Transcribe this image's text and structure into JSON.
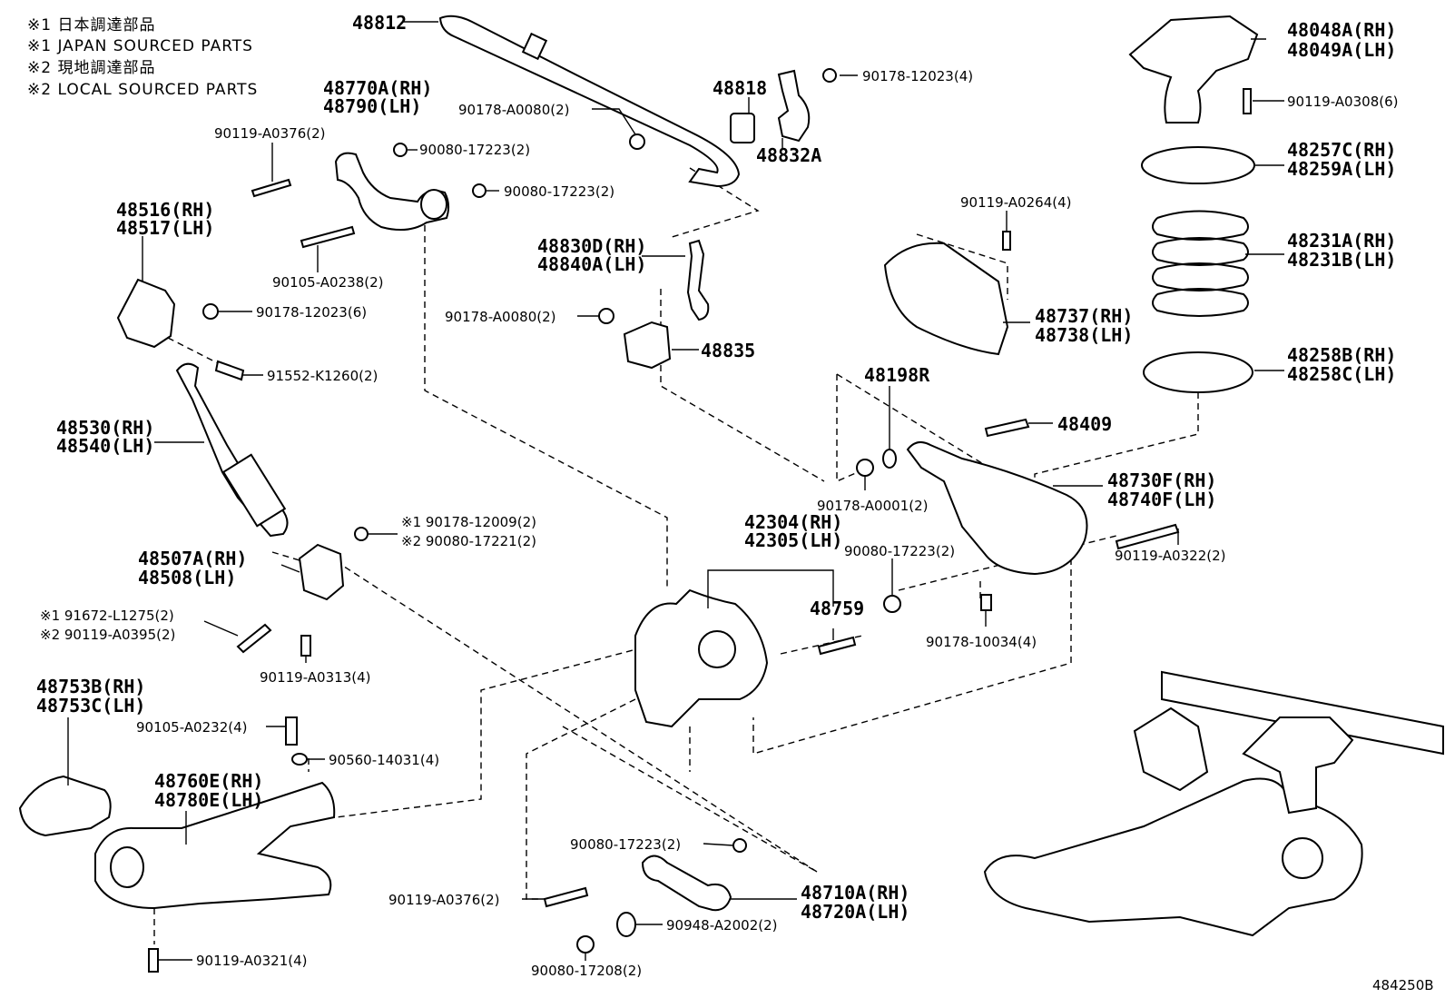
{
  "notes": [
    "※1 日本調達部品",
    "※1 JAPAN SOURCED PARTS",
    "※2 現地調達部品",
    "※2 LOCAL SOURCED PARTS"
  ],
  "labels": {
    "stab_bar": "48812",
    "bushing": "48818",
    "bracket": "48832A",
    "nut_top": "90178-12023(4)",
    "nut_bar": "90178-A0080(2)",
    "upper_arm_rh": "48770A(RH)",
    "upper_arm_lh": "48790(LH)",
    "bolt_upper": "90119-A0376(2)",
    "nut_upper1": "90080-17223(2)",
    "nut_upper2": "90080-17223(2)",
    "bracket_rh": "48516(RH)",
    "bracket_lh": "48517(LH)",
    "bolt_bracket": "90105-A0238(2)",
    "nut_bracket": "90178-12023(6)",
    "bolt_shock": "91552-K1260(2)",
    "shock_rh": "48530(RH)",
    "shock_lh": "48540(LH)",
    "link_rh": "48830D(RH)",
    "link_lh": "48840A(LH)",
    "nut_link": "90178-A0080(2)",
    "link_bracket": "48835",
    "support_rh": "48048A(RH)",
    "support_lh": "48049A(LH)",
    "bolt_support": "90119-A0308(6)",
    "insulator_top_rh": "48257C(RH)",
    "insulator_top_lh": "48259A(LH)",
    "spring_rh": "48231A(RH)",
    "spring_lh": "48231B(LH)",
    "insulator_bot_rh": "48258B(RH)",
    "insulator_bot_lh": "48258C(LH)",
    "bolt_cover": "90119-A0264(4)",
    "cover_rh": "48737(RH)",
    "cover_lh": "48738(LH)",
    "cam": "48198R",
    "cam_bolt": "48409",
    "nut_cam": "90178-A0001(2)",
    "lower_arm_rh": "48730F(RH)",
    "lower_arm_lh": "48740F(LH)",
    "nut_lower": "90080-17223(2)",
    "bolt_lower": "90119-A0322(2)",
    "knuckle_rh": "42304(RH)",
    "knuckle_lh": "42305(LH)",
    "bolt_knuckle": "48759",
    "nut_small": "90178-10034(4)",
    "mount_rh": "48507A(RH)",
    "mount_lh": "48508(LH)",
    "nut_mount_jp": "※1 90178-12009(2)",
    "nut_mount_local": "※2 90080-17221(2)",
    "bolt_mount_jp": "※1 91672-L1275(2)",
    "bolt_mount_local": "※2 90119-A0395(2)",
    "bolt_mount_bottom": "90119-A0313(4)",
    "guard_rh": "48753B(RH)",
    "guard_lh": "48753C(LH)",
    "bolt_guard": "90105-A0232(4)",
    "washer_guard": "90560-14031(4)",
    "trail_arm_rh": "48760E(RH)",
    "trail_arm_lh": "48780E(LH)",
    "bolt_trail": "90119-A0321(4)",
    "nut_toe_top": "90080-17223(2)",
    "bolt_toe": "90119-A0376(2)",
    "toe_rh": "48710A(RH)",
    "toe_lh": "48720A(LH)",
    "washer_toe": "90948-A2002(2)",
    "nut_toe_bottom": "90080-17208(2)"
  },
  "figure_code": "484250B"
}
